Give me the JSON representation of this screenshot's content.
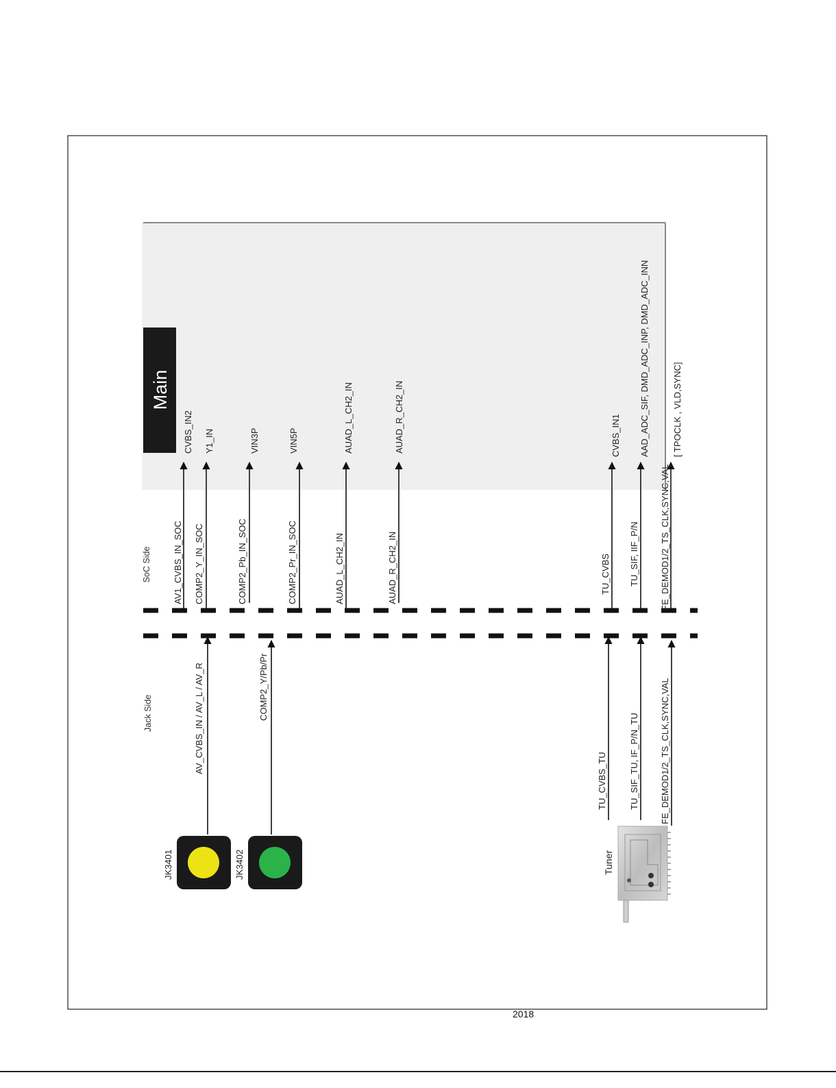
{
  "footer": {
    "year": "2018"
  },
  "main_block": {
    "label": "Main"
  },
  "sides": {
    "soc": "SoC Side",
    "jack": "Jack Side"
  },
  "jacks": [
    {
      "ref": "JK3401",
      "color": "#ece316"
    },
    {
      "ref": "JK3402",
      "color": "#2bb34a"
    }
  ],
  "tuner": {
    "label": "Tuner"
  },
  "soc_pins": {
    "cvbs_in2": "CVBS_IN2",
    "y1_in": "Y1_IN",
    "vin3p": "VIN3P",
    "vin5p": "VIN5P",
    "auad_l_ch2_in": "AUAD_L_CH2_IN",
    "auad_r_ch2_in": "AUAD_R_CH2_IN",
    "cvbs_in1": "CVBS_IN1",
    "aad_adc": "AAD_ADC_SIF, DMD_ADC_INP, DMD_ADC_INN",
    "tpo": "[ TPOCLK , VLD,SYNC]"
  },
  "soc_signals": {
    "av1_cvbs": "AV1_CVBS_IN_SOC",
    "comp2_y": "COMP2_Y_IN_SOC",
    "comp2_pb": "COMP2_Pb_IN_SOC",
    "comp2_pr": "COMP2_Pr_IN_SOC",
    "auad_l": "AUAD_L_CH2_IN",
    "auad_r": "AUAD_R_CH2_IN",
    "tu_cvbs": "TU_CVBS",
    "tu_sif": "TU_SIF, IIF_P/N",
    "fe_demod": "FE_DEMOD1/2_TS_CLK,SYNC,VAL"
  },
  "jack_signals": {
    "av_cvbs": "AV_CVBS_IN / AV_L / AV_R",
    "comp2_ypbpr": "COMP2_Y/Pb/Pr",
    "tu_cvbs_tu": "TU_CVBS_TU",
    "tu_sif_tu": "TU_SIF_TU, IF_P/N_TU",
    "fe_demod_jack": "FE_DEMOD1/2_TS_CLK,SYNC,VAL"
  }
}
